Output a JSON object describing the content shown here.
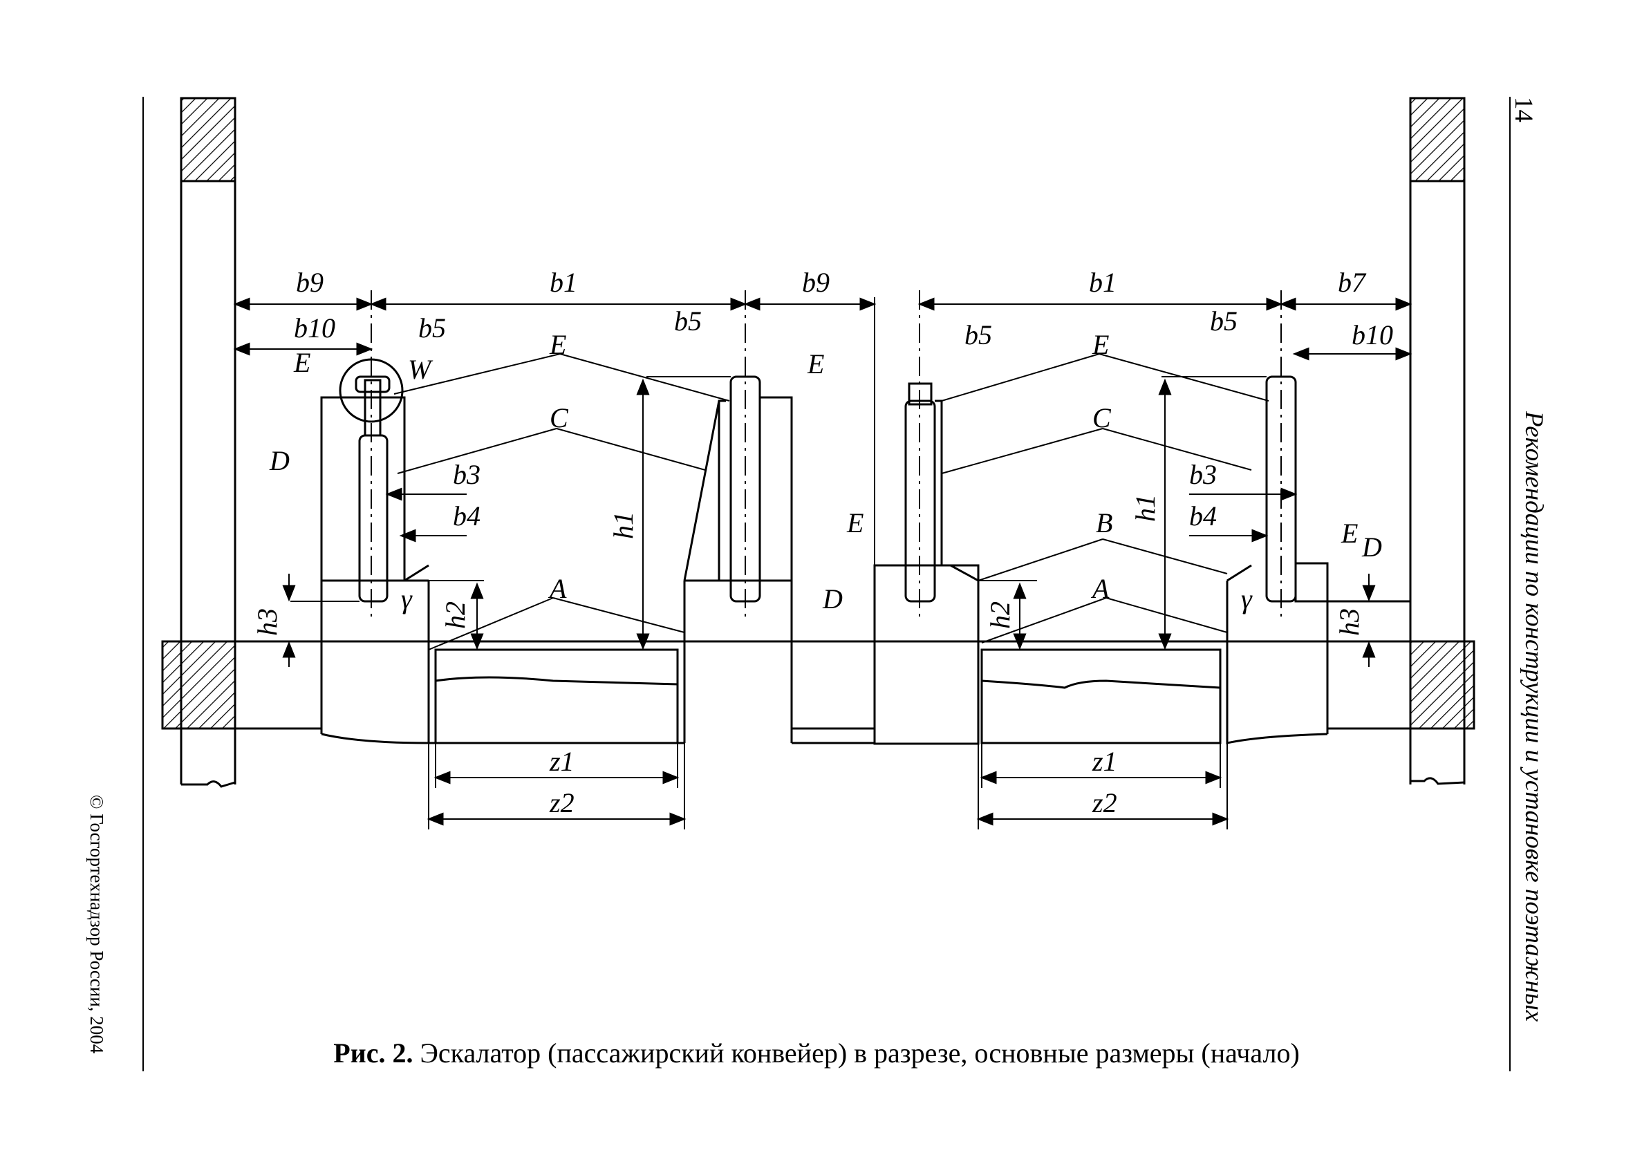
{
  "page_number": "14",
  "running_header": "Рекомендации по конструкции и установке поэтажных",
  "copyright": "© Госгортехнадзор России, 2004",
  "caption": {
    "label": "Рис. 2.",
    "text": "Эскалатор (пассажирский конвейер) в разрезе, основные размеры (начало)"
  },
  "diagram_labels": {
    "b9": "b9",
    "b1": "b1",
    "b7": "b7",
    "b10": "b10",
    "b5": "b5",
    "b3": "b3",
    "b4": "b4",
    "h1": "h1",
    "h2": "h2",
    "h3": "h3",
    "z1": "z1",
    "z2": "z2",
    "A": "A",
    "B": "B",
    "C": "C",
    "D": "D",
    "E": "E",
    "W": "W",
    "gamma": "γ"
  }
}
